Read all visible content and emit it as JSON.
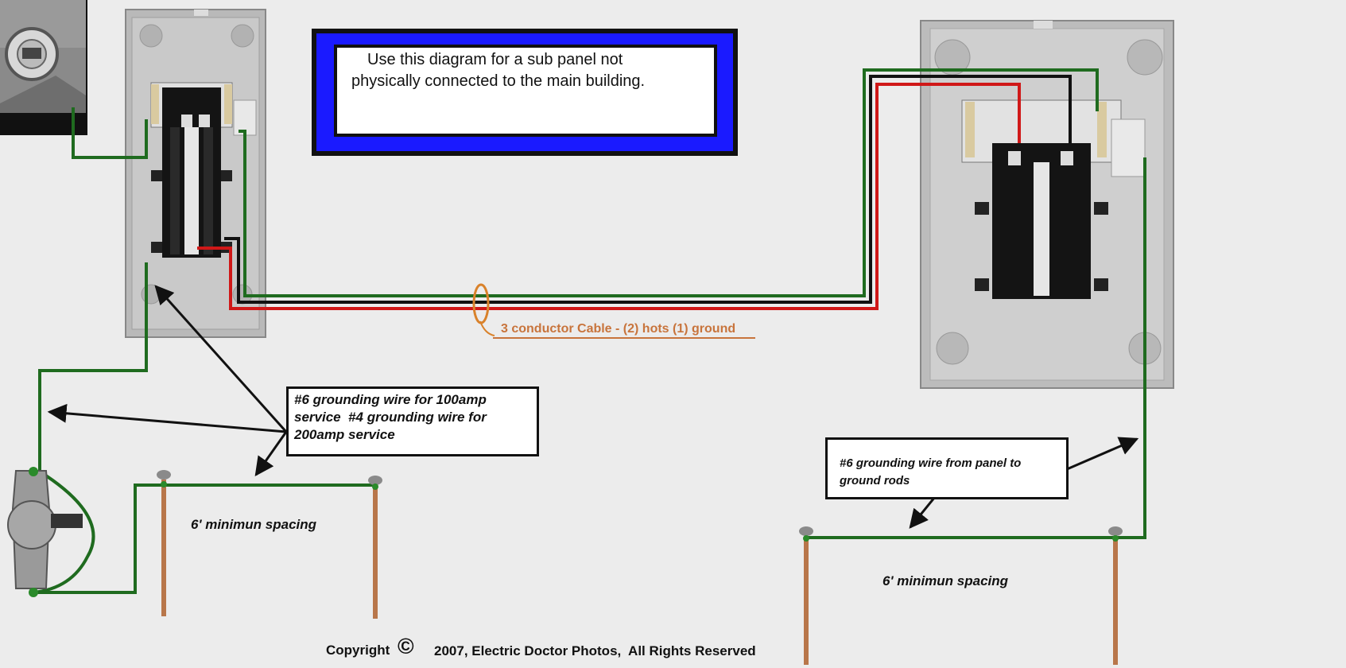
{
  "title_note": {
    "line1": "Use this diagram for a sub panel not",
    "line2": "physically connected to the main building."
  },
  "cable_label": "3 conductor Cable - (2) hots (1) ground",
  "left_ground_note": {
    "line1": "#6 grounding wire for 100amp",
    "line2": "service  #4 grounding wire for",
    "line3": "200amp service"
  },
  "right_ground_note": {
    "line1": "#6 grounding wire from panel to",
    "line2": "ground rods"
  },
  "left_spacing": "6' minimun spacing",
  "right_spacing": "6' minimun spacing",
  "copyright": {
    "prefix": "Copyright",
    "symbol": "©",
    "text": "2007, Electric Doctor Photos,  All Rights Reserved"
  },
  "colors": {
    "ground_wire": "#1f6b1f",
    "hot_red": "#d01818",
    "hot_black": "#111111",
    "cable_loop": "#d9822b",
    "title_frame": "#1a1aff",
    "ground_rod": "#b8764a",
    "panel_box": "#b4b4b4"
  },
  "icons": [
    "electric-meter-icon",
    "main-panel-icon",
    "sub-panel-icon",
    "meter-base-icon",
    "ground-rod-icon"
  ]
}
